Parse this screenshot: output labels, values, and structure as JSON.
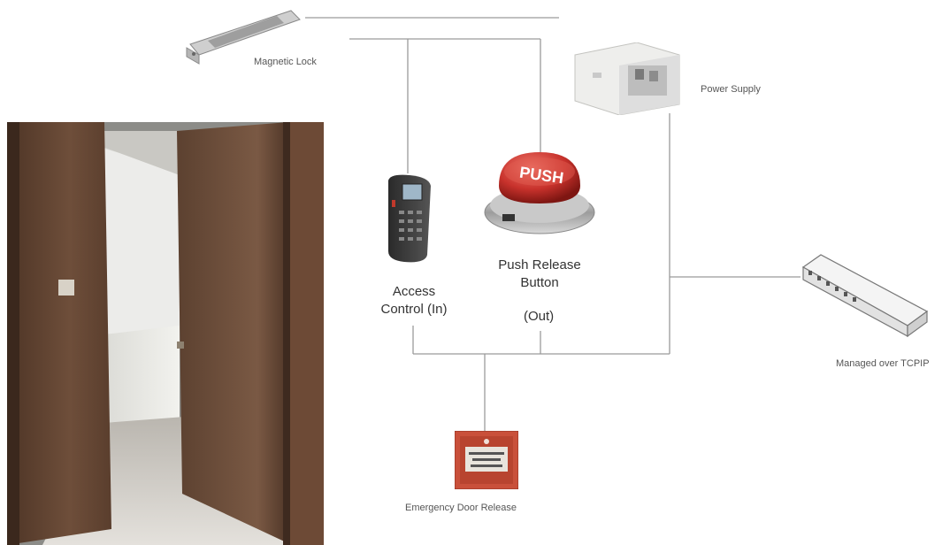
{
  "labels": {
    "magnetic_lock": "Magnetic Lock",
    "power_supply": "Power Supply",
    "access_control_line1": "Access",
    "access_control_line2": "Control (In)",
    "push_release_line1": "Push Release",
    "push_release_line2": "Button",
    "push_release_out": "(Out)",
    "managed_tcpip": "Managed over TCPIP",
    "emergency_release": "Emergency Door Release",
    "push_button_text": "PUSH"
  },
  "colors": {
    "wire": "#9a9a9a",
    "push_button_red": "#c8322c",
    "reader_body": "#3a3a3a",
    "door_wood": "#6b4a35",
    "emergency_box_red": "#c9503a"
  }
}
